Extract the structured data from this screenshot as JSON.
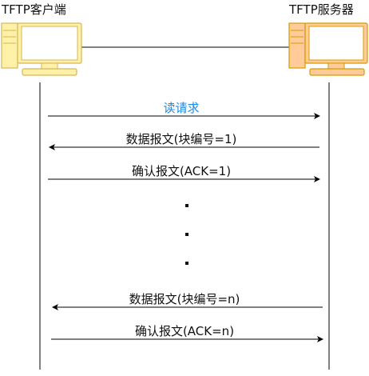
{
  "client": {
    "label": "TFTP客户端",
    "colors": {
      "fill": "#fff2a8",
      "stroke": "#d6b656",
      "screen": "#ffffff"
    }
  },
  "server": {
    "label": "TFTP服务器",
    "colors": {
      "fill": "#ffcc99",
      "stroke": "#d79b00",
      "screen": "#ffffff"
    }
  },
  "messages": [
    {
      "id": "read-request",
      "text": "读请求",
      "direction": "to-server",
      "color": "#1e88e5"
    },
    {
      "id": "data-packet-1",
      "text": "数据报文(块编号=1)",
      "direction": "to-client",
      "color": "#111111"
    },
    {
      "id": "ack-1",
      "text": "确认报文(ACK=1)",
      "direction": "to-server",
      "color": "#111111"
    },
    {
      "id": "data-packet-n",
      "text": "数据报文(块编号=n)",
      "direction": "to-client",
      "color": "#111111"
    },
    {
      "id": "ack-n",
      "text": "确认报文(ACK=n)",
      "direction": "to-server",
      "color": "#111111"
    }
  ],
  "ellipsis_dots": 3
}
